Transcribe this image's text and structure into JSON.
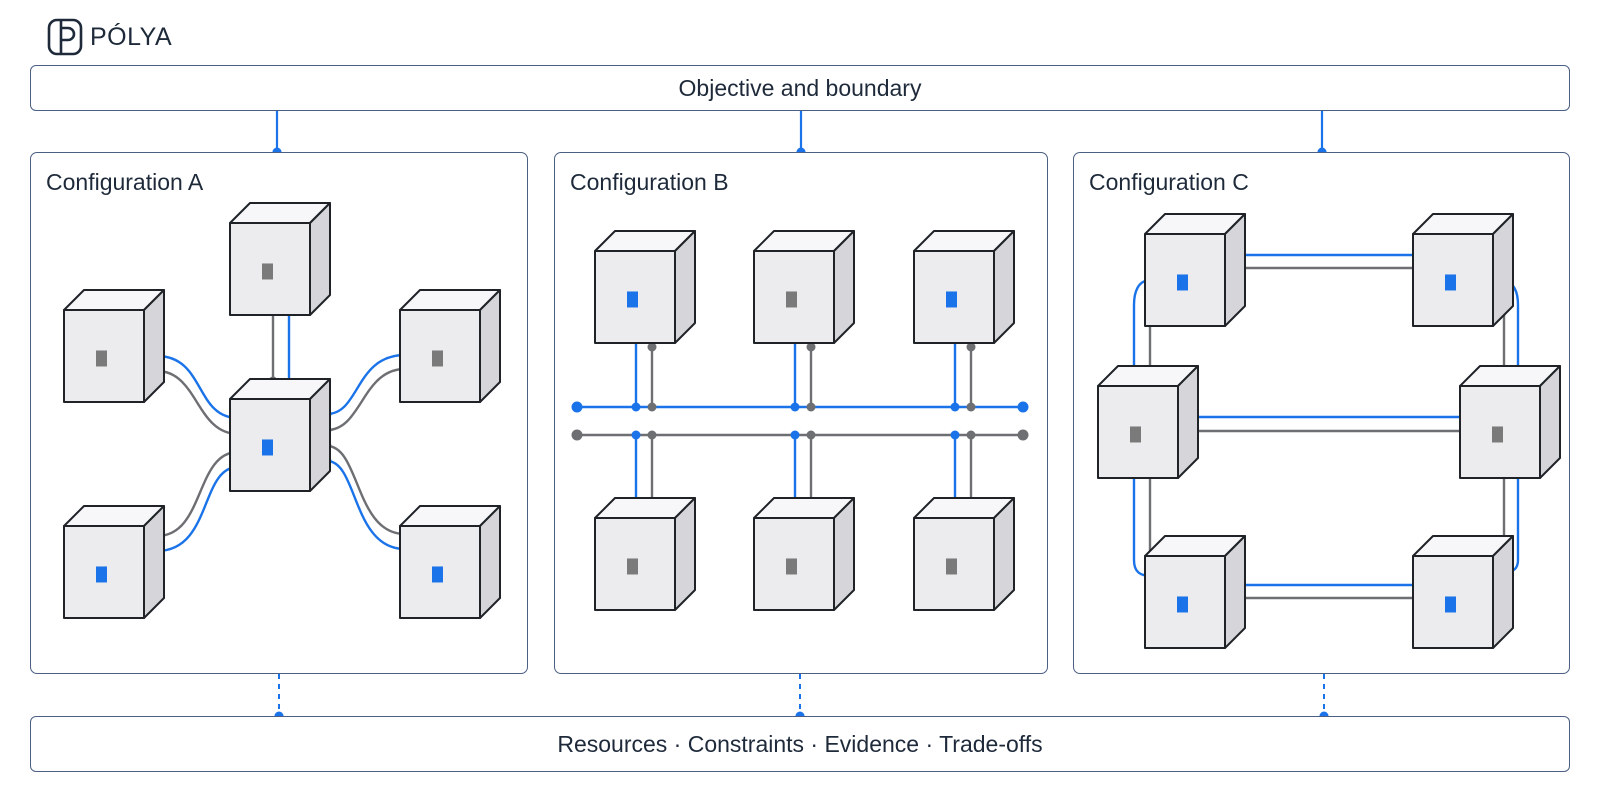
{
  "brand": {
    "name": "PÓLYA",
    "icon": "polya-logo-icon"
  },
  "header": {
    "label": "Objective and boundary"
  },
  "footer": {
    "label": "Resources · Constraints · Evidence · Trade-offs"
  },
  "colors": {
    "accent": "#1a73e8",
    "connector_gray": "#6d6f73",
    "frame": "#4a5f82",
    "node_face_dark": "#7a7a7a",
    "text": "#1e2a3a"
  },
  "panels": [
    {
      "title": "Configuration A",
      "topology": "star",
      "nodes": [
        {
          "id": "hub",
          "marker": "blue"
        },
        {
          "id": "top",
          "marker": "gray"
        },
        {
          "id": "left-upper",
          "marker": "gray"
        },
        {
          "id": "right-upper",
          "marker": "gray"
        },
        {
          "id": "left-lower",
          "marker": "blue"
        },
        {
          "id": "right-lower",
          "marker": "blue"
        }
      ]
    },
    {
      "title": "Configuration B",
      "topology": "dual-bus",
      "nodes": [
        {
          "id": "top-1",
          "marker": "blue"
        },
        {
          "id": "top-2",
          "marker": "gray"
        },
        {
          "id": "top-3",
          "marker": "blue"
        },
        {
          "id": "bottom-1",
          "marker": "gray"
        },
        {
          "id": "bottom-2",
          "marker": "gray"
        },
        {
          "id": "bottom-3",
          "marker": "gray"
        }
      ]
    },
    {
      "title": "Configuration C",
      "topology": "ladder-ring",
      "nodes": [
        {
          "id": "top-left",
          "marker": "blue"
        },
        {
          "id": "top-right",
          "marker": "blue"
        },
        {
          "id": "mid-left",
          "marker": "gray"
        },
        {
          "id": "mid-right",
          "marker": "gray"
        },
        {
          "id": "bottom-left",
          "marker": "blue"
        },
        {
          "id": "bottom-right",
          "marker": "blue"
        }
      ]
    }
  ]
}
